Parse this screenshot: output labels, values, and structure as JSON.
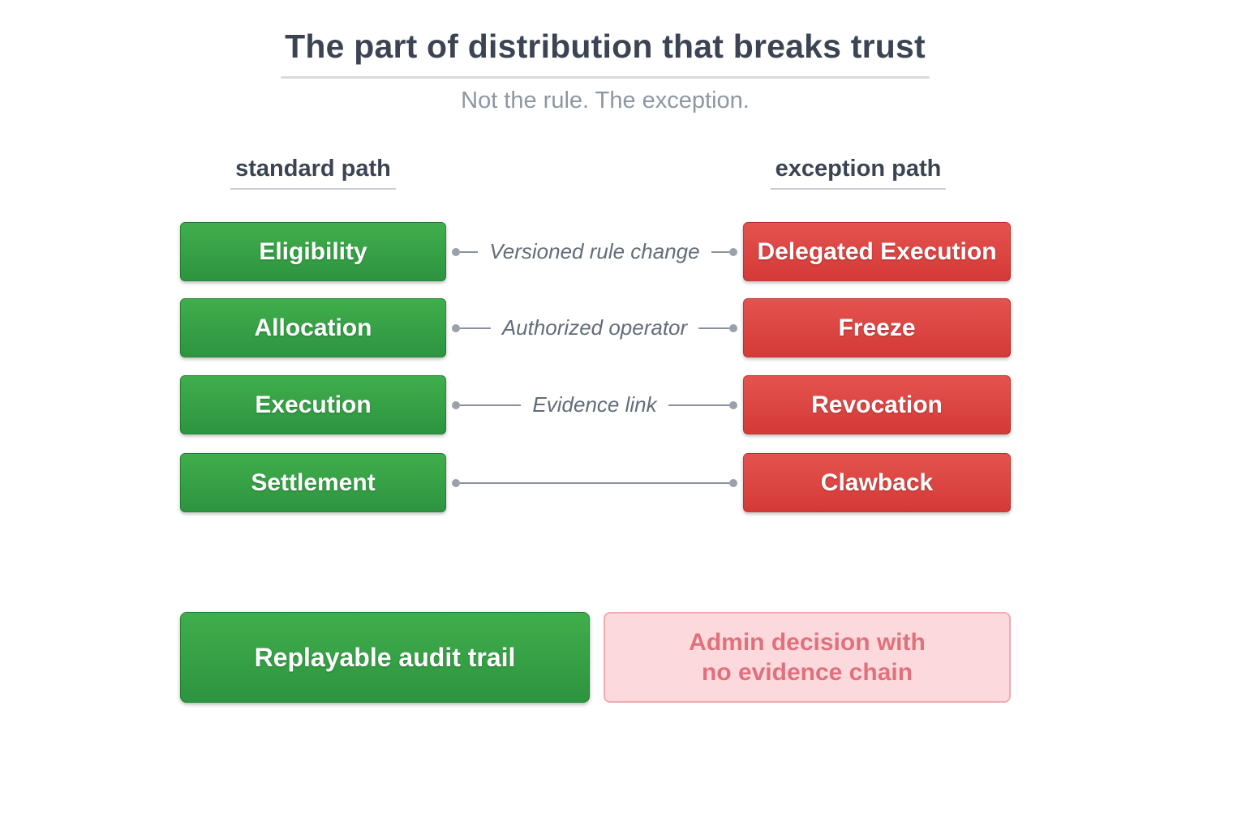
{
  "title": "The part of distribution that breaks trust",
  "subtitle": "Not the rule. The exception.",
  "columns": {
    "left": "standard path",
    "right": "exception path"
  },
  "rows": [
    {
      "standard": "Eligibility",
      "exception": "Delegated Execution",
      "link": "Versioned rule change"
    },
    {
      "standard": "Allocation",
      "exception": "Freeze",
      "link": "Authorized operator"
    },
    {
      "standard": "Execution",
      "exception": "Revocation",
      "link": "Evidence link"
    },
    {
      "standard": "Settlement",
      "exception": "Clawback",
      "link": ""
    }
  ],
  "footer": {
    "standard": "Replayable audit trail",
    "exception_line1": "Admin decision with",
    "exception_line2": "no evidence chain"
  },
  "colors": {
    "heading": "#3c4454",
    "subtitle": "#8e96a4",
    "divider": "#d8dadd",
    "underline": "#c9ccd2",
    "green_top": "#40ae4c",
    "green_bottom": "#2d9440",
    "red_top": "#e4534f",
    "red_bottom": "#d43937",
    "connector_line": "#8a919c",
    "connector_dot": "#9aa1ab",
    "link_label": "#636c7a",
    "pink_bg": "#fbd9dc",
    "pink_border": "#f2abb2",
    "pink_text": "#e0717c"
  }
}
